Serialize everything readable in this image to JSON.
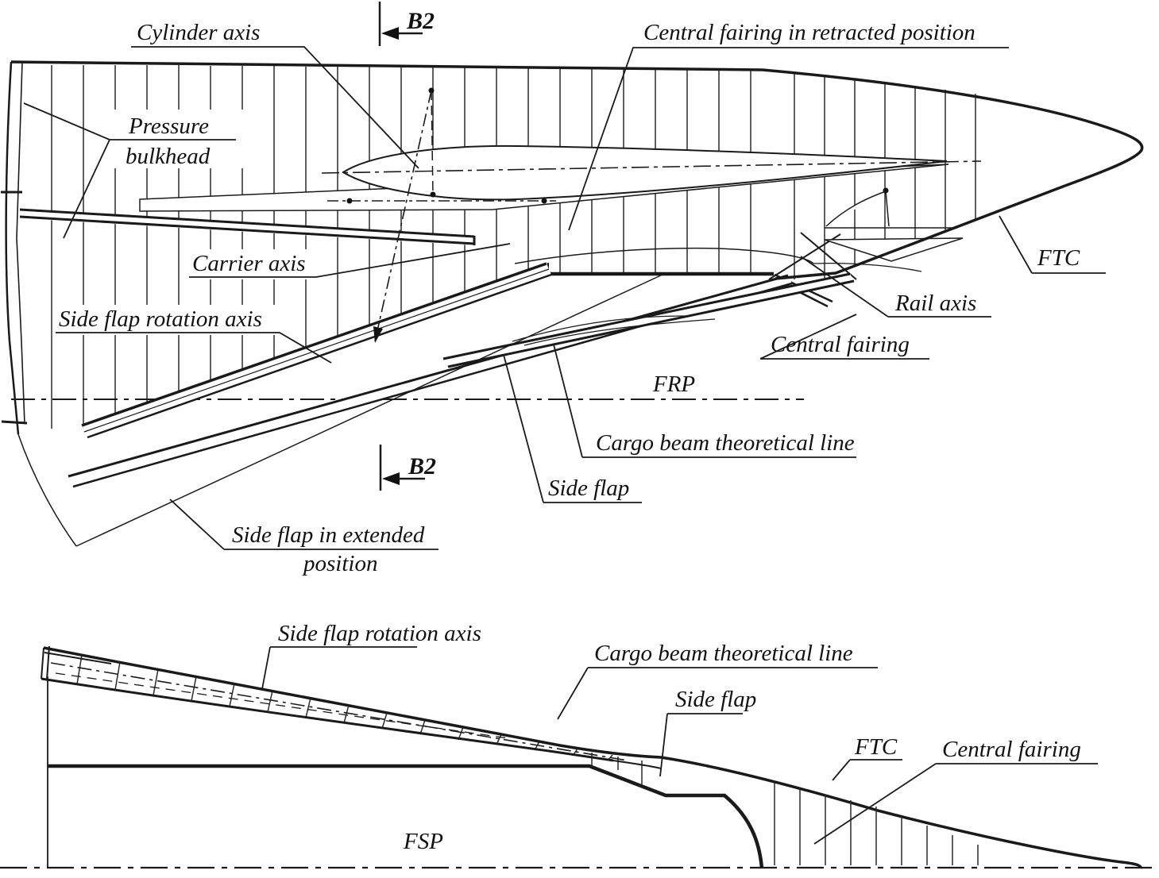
{
  "drawing": {
    "colors": {
      "ink": "#1a1a1a",
      "background": "#ffffff"
    },
    "top_view": {
      "cylinder_axis": "Cylinder axis",
      "section_marker": "B2",
      "central_fairing_retracted": "Central fairing in retracted position",
      "pressure_bulkhead": {
        "line1": "Pressure",
        "line2": "bulkhead"
      },
      "carrier_axis": "Carrier axis",
      "side_flap_rotation_axis": "Side flap rotation axis",
      "ftc": "FTC",
      "rail_axis": "Rail axis",
      "central_fairing": "Central fairing",
      "frp": "FRP",
      "cargo_beam": "Cargo beam theoretical line",
      "side_flap": "Side flap",
      "side_flap_extended": {
        "line1": "Side flap in extended",
        "line2": "position"
      }
    },
    "bottom_view": {
      "side_flap_rotation_axis": "Side flap rotation axis",
      "cargo_beam": "Cargo beam theoretical line",
      "side_flap": "Side flap",
      "ftc": "FTC",
      "central_fairing": "Central fairing",
      "fsp": "FSP"
    }
  }
}
